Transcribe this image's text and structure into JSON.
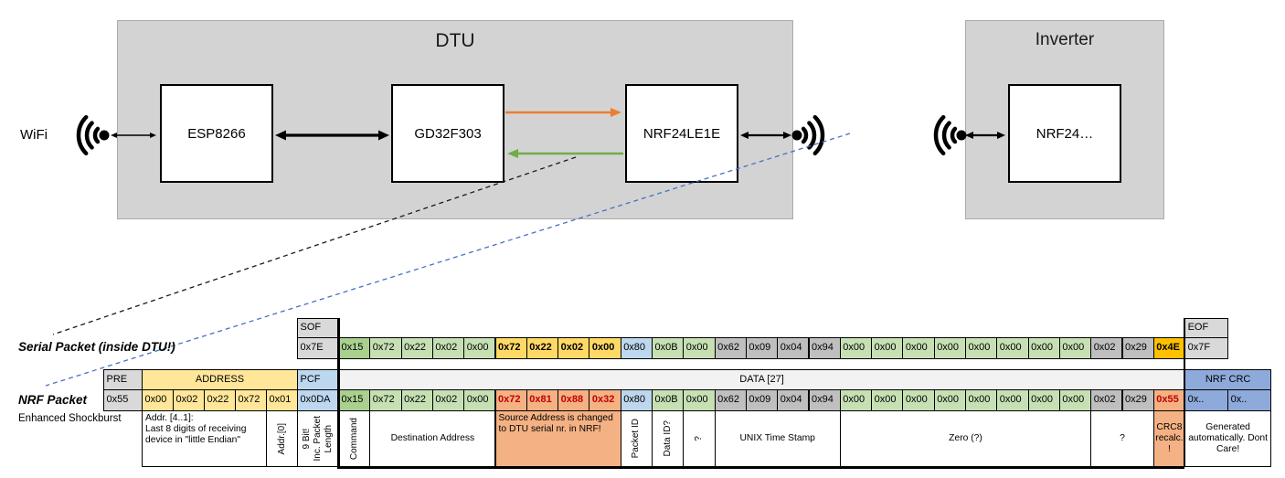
{
  "top": {
    "wifi_label": "WiFi",
    "dtu_title": "DTU",
    "inverter_title": "Inverter",
    "chips": {
      "esp": "ESP8266",
      "gd": "GD32F303",
      "nrf_dtu": "NRF24LE1E",
      "nrf_inv": "NRF24…"
    }
  },
  "serial": {
    "label": "Serial Packet (inside DTU!)",
    "sof_header": "SOF",
    "sof": "0x7E",
    "eof_header": "EOF",
    "eof": "0x7F",
    "bytes": [
      {
        "v": "0x15",
        "c": "gd"
      },
      {
        "v": "0x72",
        "c": "g"
      },
      {
        "v": "0x22",
        "c": "g"
      },
      {
        "v": "0x02",
        "c": "g"
      },
      {
        "v": "0x00",
        "c": "g"
      },
      {
        "v": "0x72",
        "c": "y"
      },
      {
        "v": "0x22",
        "c": "y"
      },
      {
        "v": "0x02",
        "c": "y"
      },
      {
        "v": "0x00",
        "c": "y"
      },
      {
        "v": "0x80",
        "c": "b"
      },
      {
        "v": "0x0B",
        "c": "g"
      },
      {
        "v": "0x00",
        "c": "g"
      },
      {
        "v": "0x62",
        "c": "k"
      },
      {
        "v": "0x09",
        "c": "k"
      },
      {
        "v": "0x04",
        "c": "k"
      },
      {
        "v": "0x94",
        "c": "k"
      },
      {
        "v": "0x00",
        "c": "g"
      },
      {
        "v": "0x00",
        "c": "g"
      },
      {
        "v": "0x00",
        "c": "g"
      },
      {
        "v": "0x00",
        "c": "g"
      },
      {
        "v": "0x00",
        "c": "g"
      },
      {
        "v": "0x00",
        "c": "g"
      },
      {
        "v": "0x00",
        "c": "g"
      },
      {
        "v": "0x00",
        "c": "g"
      },
      {
        "v": "0x02",
        "c": "k"
      },
      {
        "v": "0x29",
        "c": "k"
      },
      {
        "v": "0x4E",
        "c": "o"
      }
    ]
  },
  "nrf": {
    "label": "NRF Packet",
    "sublabel": "Enhanced Shockburst",
    "pre_header": "PRE",
    "address_header": "ADDRESS",
    "pcf_header": "PCF",
    "data_header": "DATA [27]",
    "crc_header": "NRF CRC",
    "pre": "0x55",
    "address": [
      "0x00",
      "0x02",
      "0x22",
      "0x72",
      "0x01"
    ],
    "pcf": "0x0DA",
    "bytes": [
      {
        "v": "0x15",
        "c": "gd"
      },
      {
        "v": "0x72",
        "c": "g"
      },
      {
        "v": "0x22",
        "c": "g"
      },
      {
        "v": "0x02",
        "c": "g"
      },
      {
        "v": "0x00",
        "c": "g"
      },
      {
        "v": "0x72",
        "c": "s"
      },
      {
        "v": "0x81",
        "c": "s"
      },
      {
        "v": "0x88",
        "c": "s"
      },
      {
        "v": "0x32",
        "c": "s"
      },
      {
        "v": "0x80",
        "c": "b"
      },
      {
        "v": "0x0B",
        "c": "g"
      },
      {
        "v": "0x00",
        "c": "g"
      },
      {
        "v": "0x62",
        "c": "k"
      },
      {
        "v": "0x09",
        "c": "k"
      },
      {
        "v": "0x04",
        "c": "k"
      },
      {
        "v": "0x94",
        "c": "k"
      },
      {
        "v": "0x00",
        "c": "g"
      },
      {
        "v": "0x00",
        "c": "g"
      },
      {
        "v": "0x00",
        "c": "g"
      },
      {
        "v": "0x00",
        "c": "g"
      },
      {
        "v": "0x00",
        "c": "g"
      },
      {
        "v": "0x00",
        "c": "g"
      },
      {
        "v": "0x00",
        "c": "g"
      },
      {
        "v": "0x00",
        "c": "g"
      },
      {
        "v": "0x02",
        "c": "k"
      },
      {
        "v": "0x29",
        "c": "k"
      },
      {
        "v": "0x55",
        "c": "s"
      }
    ],
    "crc": [
      "0x..",
      "0x.."
    ]
  },
  "annotations": [
    {
      "text": "Addr. [4..1]:\nLast 8 digits of receiving device in \"little Endian\"",
      "left": true
    },
    {
      "text": "Addr.[0]",
      "vertical": true
    },
    {
      "text": "9 Bit!\nInc. Packet\nLength",
      "vertical": true
    },
    {
      "text": "Command",
      "vertical": true
    },
    {
      "text": "Destination Address"
    },
    {
      "text": "Source Address is changed to DTU serial nr. in NRF!",
      "salmon": true,
      "left": true
    },
    {
      "text": "Packet ID",
      "vertical": true
    },
    {
      "text": "Data ID?",
      "vertical": true
    },
    {
      "text": "?",
      "vertical": true
    },
    {
      "text": "UNIX Time Stamp"
    },
    {
      "text": "Zero (?)"
    },
    {
      "text": "?"
    },
    {
      "text": "CRC8 recalc. !",
      "salmon": true
    },
    {
      "text": "Generated automatically. Dont Care!"
    }
  ],
  "colors": {
    "box_gray": "#d3d3d3",
    "cell_gray_header": "#D9D9D9",
    "cell_gray_data": "#BFBFBF",
    "cell_green_dark": "#A9D08E",
    "cell_green": "#C6E0B4",
    "cell_yellow": "#FFE699",
    "cell_yellow_bold": "#FFD966",
    "cell_orange": "#FFC000",
    "cell_salmon": "#F4B183",
    "cell_blue": "#BDD7EE",
    "cell_crc_blue": "#8EAADB",
    "red_text": "#C00000",
    "orange_arrow": "#ED7D31",
    "green_arrow": "#70AD47",
    "blue_dashed": "#4472C4"
  }
}
